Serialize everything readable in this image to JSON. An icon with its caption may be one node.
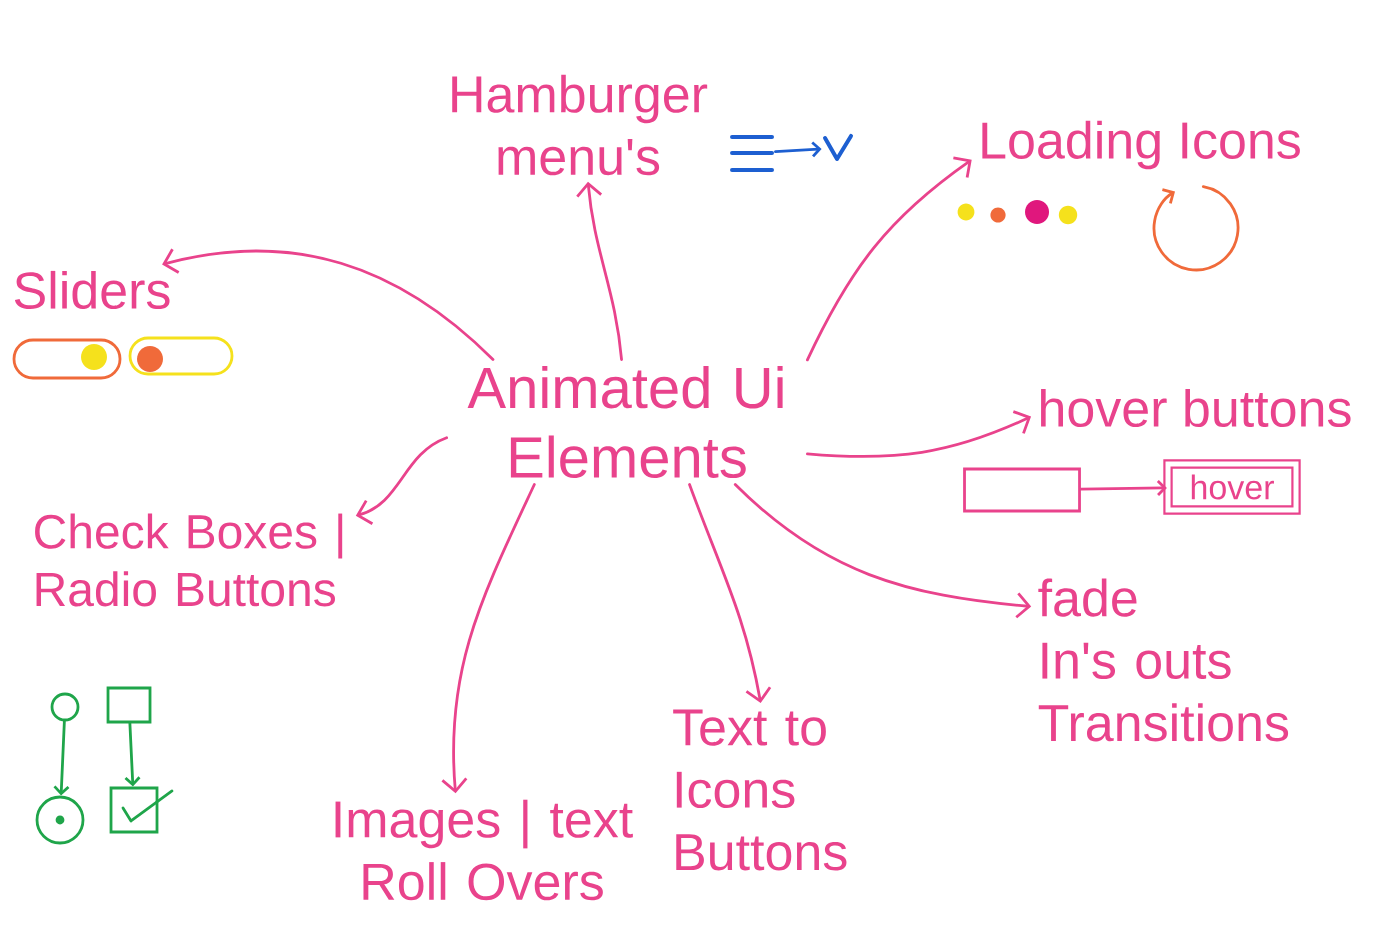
{
  "diagram": {
    "nodes": [
      {
        "text": [
          "Animated Ui Elements"
        ]
      },
      {
        "text": [
          "Hamburger menu's"
        ]
      },
      {
        "text": [
          "Loading Icons"
        ]
      },
      {
        "text": [
          "Sliders"
        ]
      },
      {
        "text": [
          "hover buttons"
        ]
      },
      {
        "text": [
          "Check Boxes | Radio Buttons"
        ]
      },
      {
        "text": [
          "fade In's outs Transitions"
        ]
      },
      {
        "text": [
          "Text to Icons Buttons"
        ]
      },
      {
        "text": [
          "Images | text Roll Overs"
        ]
      },
      {
        "text": [],
        "shape": "picture"
      },
      {
        "text": [],
        "shape": "picture"
      },
      {
        "text": [],
        "shape": "box"
      },
      {
        "text": [
          "hover"
        ]
      },
      {
        "text": [],
        "shape": "circle"
      },
      {
        "text": [],
        "shape": "box"
      },
      {
        "text": [],
        "shape": "circle"
      },
      {
        "text": [],
        "shape": "box"
      }
    ],
    "edges": [
      {
        "from": 0,
        "to": 1,
        "arrow": "to"
      },
      {
        "from": 0,
        "to": 2,
        "arrow": "to"
      },
      {
        "from": 0,
        "to": 3,
        "arrow": "to"
      },
      {
        "from": 0,
        "to": 4,
        "arrow": "to"
      },
      {
        "from": 0,
        "to": 5,
        "arrow": "to"
      },
      {
        "from": 0,
        "to": 6,
        "arrow": "to"
      },
      {
        "from": 0,
        "to": 7,
        "arrow": "to"
      },
      {
        "from": 0,
        "to": 8,
        "arrow": "to"
      },
      {
        "from": 9,
        "to": 10,
        "arrow": "to",
        "color": "#1d5fd1"
      },
      {
        "from": 11,
        "to": 12,
        "arrow": "to"
      },
      {
        "from": 13,
        "to": 15,
        "arrow": "to",
        "color": "#1fa54a"
      },
      {
        "from": 14,
        "to": 16,
        "arrow": "to",
        "color": "#1fa54a"
      }
    ]
  }
}
